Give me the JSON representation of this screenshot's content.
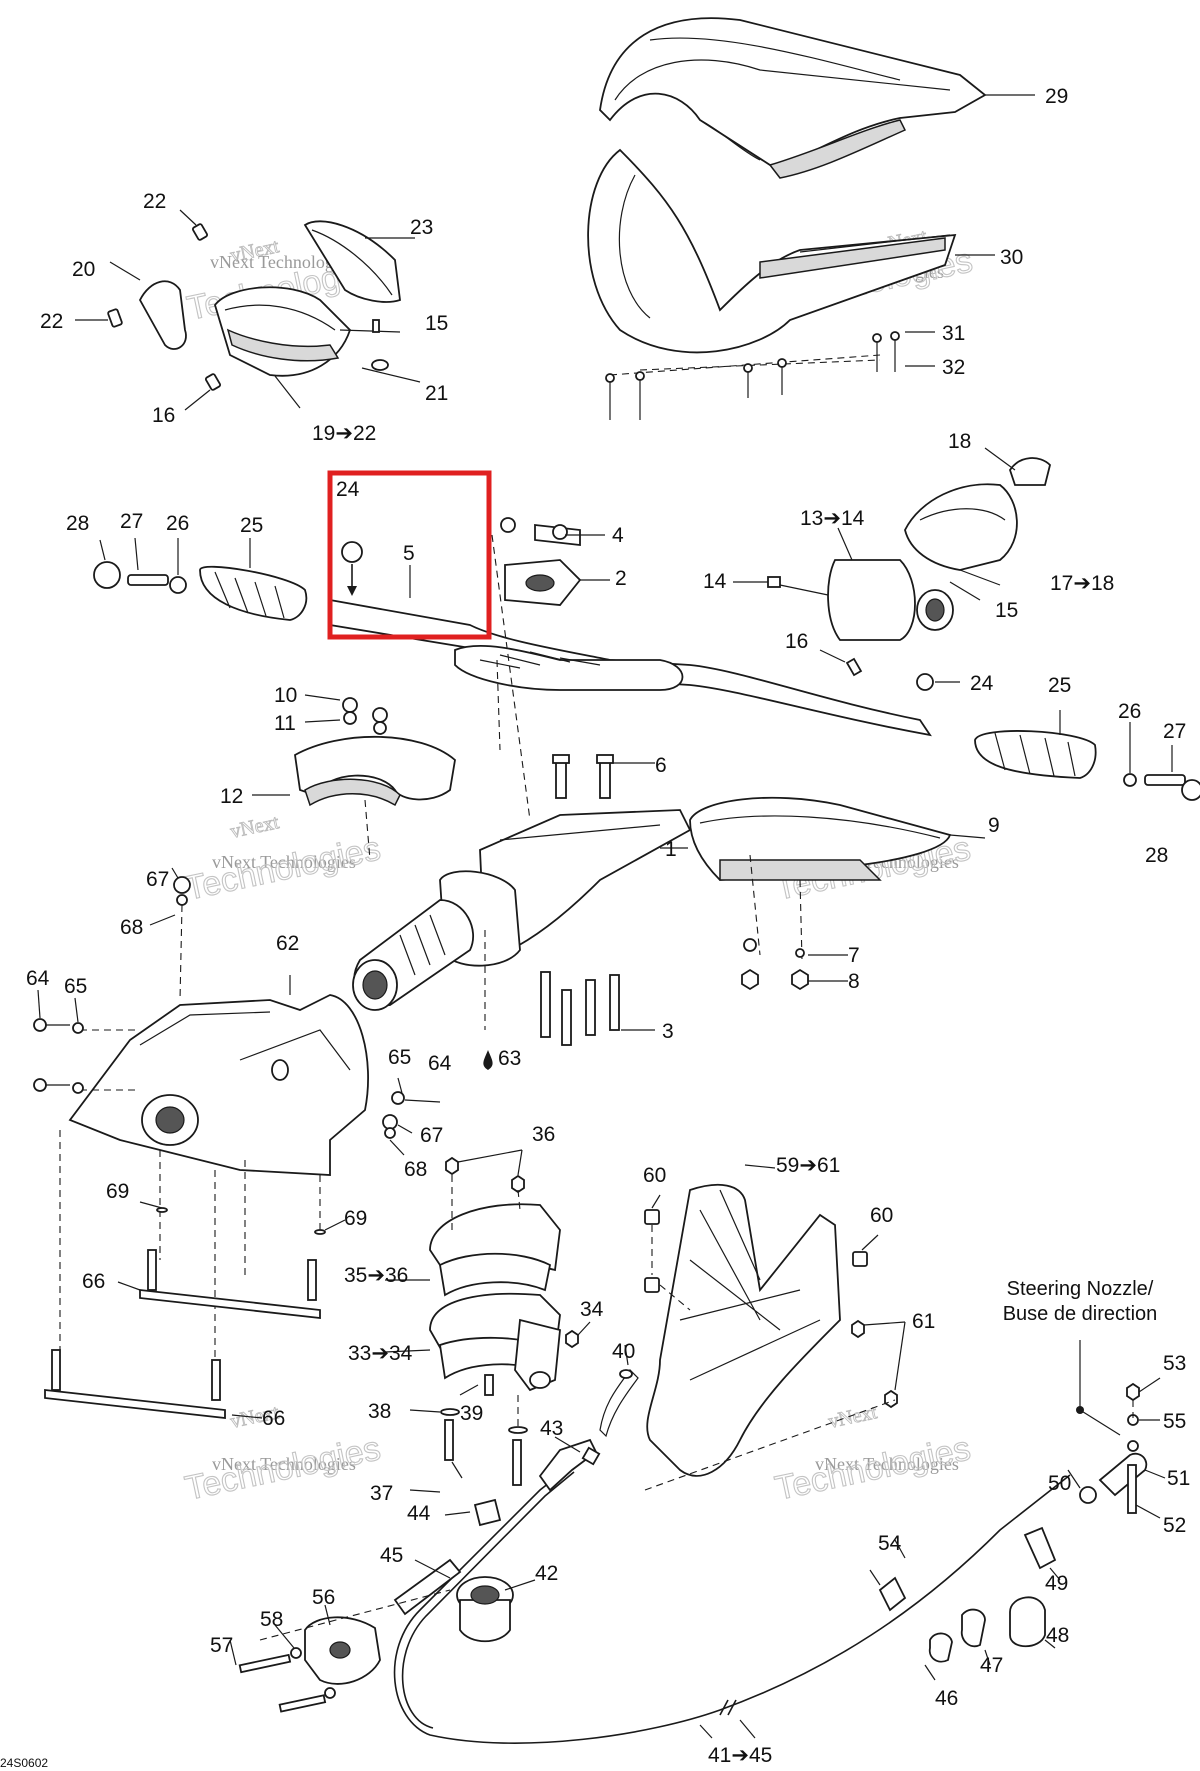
{
  "diagram_code": "24S0602",
  "watermark": {
    "line1": "vNext",
    "line2": "vNext Technologies",
    "line3": "Technologies"
  },
  "nozzle": {
    "line1": "Steering Nozzle/",
    "line2": "Buse de direction"
  },
  "callouts": {
    "c1": "1",
    "c2": "2",
    "c3": "3",
    "c4": "4",
    "c5": "5",
    "c6": "6",
    "c7": "7",
    "c8": "8",
    "c9": "9",
    "c10": "10",
    "c11": "11",
    "c12": "12",
    "c13_14": "13➔14",
    "c14": "14",
    "c15a": "15",
    "c15b": "15",
    "c16a": "16",
    "c16b": "16",
    "c17_18": "17➔18",
    "c18": "18",
    "c19_22": "19➔22",
    "c20": "20",
    "c21": "21",
    "c22a": "22",
    "c22b": "22",
    "c23": "23",
    "c24a": "24",
    "c24b": "24",
    "c25a": "25",
    "c25b": "25",
    "c26a": "26",
    "c26b": "26",
    "c27a": "27",
    "c27b": "27",
    "c28a": "28",
    "c28b": "28",
    "c29": "29",
    "c30": "30",
    "c31": "31",
    "c32": "32",
    "c33_34": "33➔34",
    "c34": "34",
    "c35_36": "35➔36",
    "c36": "36",
    "c37": "37",
    "c38": "38",
    "c39": "39",
    "c40": "40",
    "c41_45": "41➔45",
    "c42": "42",
    "c43": "43",
    "c44": "44",
    "c45": "45",
    "c46": "46",
    "c47": "47",
    "c48": "48",
    "c49": "49",
    "c50": "50",
    "c51": "51",
    "c52": "52",
    "c53": "53",
    "c54": "54",
    "c55": "55",
    "c56": "56",
    "c57": "57",
    "c58": "58",
    "c59_61": "59➔61",
    "c60a": "60",
    "c60b": "60",
    "c61": "61",
    "c62": "62",
    "c63": "63",
    "c64a": "64",
    "c64b": "64",
    "c65a": "65",
    "c65b": "65",
    "c66a": "66",
    "c66b": "66",
    "c67a": "67",
    "c67b": "67",
    "c68a": "68",
    "c68b": "68",
    "c69a": "69",
    "c69b": "69"
  },
  "colors": {
    "highlight": "#e02020",
    "ink": "#1a1a1a"
  }
}
